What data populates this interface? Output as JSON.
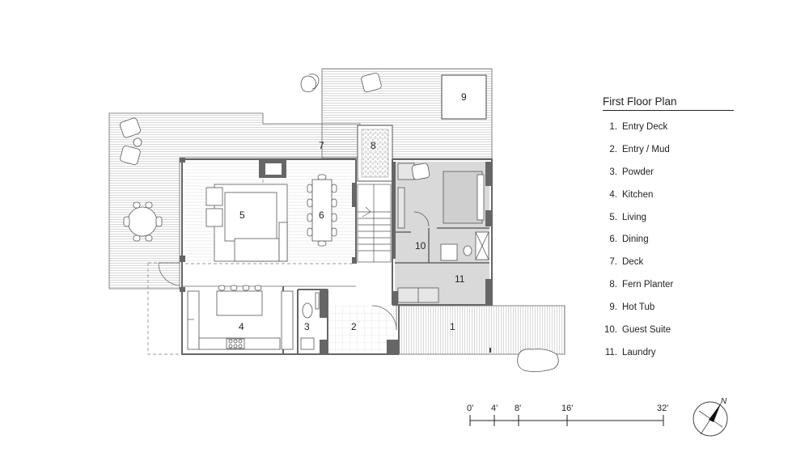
{
  "legend": {
    "title": "First Floor Plan",
    "items": [
      {
        "num": "1.",
        "label": "Entry Deck"
      },
      {
        "num": "2.",
        "label": "Entry / Mud"
      },
      {
        "num": "3.",
        "label": "Powder"
      },
      {
        "num": "4.",
        "label": "Kitchen"
      },
      {
        "num": "5.",
        "label": "Living"
      },
      {
        "num": "6.",
        "label": "Dining"
      },
      {
        "num": "7.",
        "label": "Deck"
      },
      {
        "num": "8.",
        "label": "Fern Planter"
      },
      {
        "num": "9.",
        "label": "Hot Tub"
      },
      {
        "num": "10.",
        "label": "Guest Suite"
      },
      {
        "num": "11.",
        "label": "Laundry"
      }
    ]
  },
  "rooms": [
    "1",
    "2",
    "3",
    "4",
    "5",
    "6",
    "7",
    "8",
    "9",
    "10",
    "11"
  ],
  "scale": {
    "ticks": [
      "0'",
      "4'",
      "8'",
      "16'",
      "32'"
    ]
  },
  "north": {
    "label": "N"
  },
  "colors": {
    "line": "#555555",
    "wall": "#666666",
    "deck_line": "#b8b8b8",
    "guest_fill": "#d9d9d9"
  }
}
